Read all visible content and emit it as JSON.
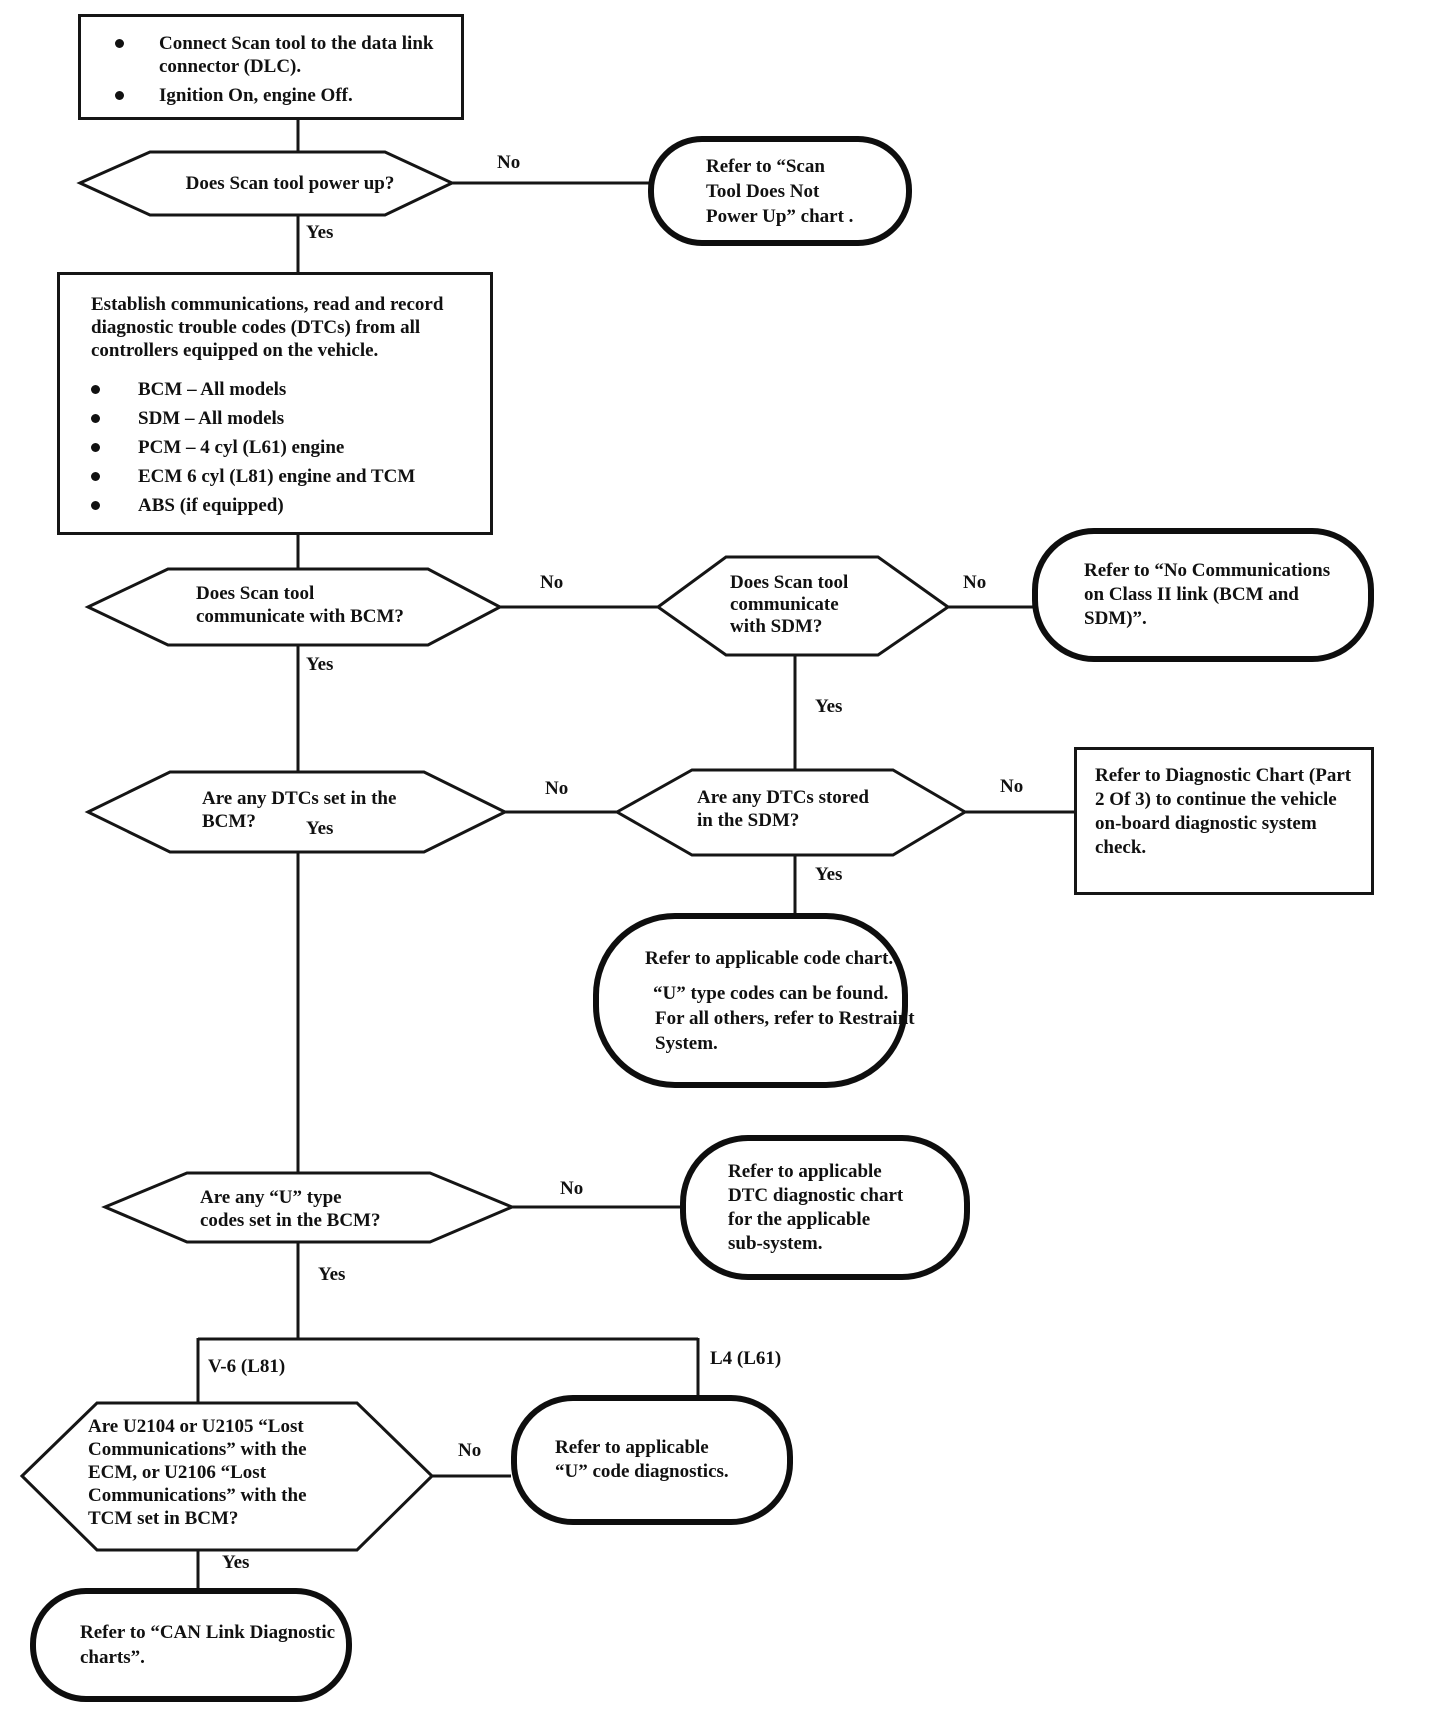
{
  "labels": {
    "yes": "Yes",
    "no": "No",
    "engine_v6": "V-6 (L81)",
    "engine_l4": "L4 (L61)"
  },
  "nodes": {
    "start": {
      "items": [
        "Connect Scan tool to the data link connector (DLC).",
        "Ignition On, engine Off."
      ]
    },
    "power_up": {
      "line1": "Does Scan tool power up?"
    },
    "scan_tool_no_power": {
      "line1": "Refer to “Scan",
      "line2": "Tool Does Not",
      "line3": "Power Up” chart ."
    },
    "establish": {
      "para": "Establish communications, read and record diagnostic trouble codes (DTCs) from all controllers equipped on the vehicle.",
      "items": [
        "BCM – All models",
        "SDM – All models",
        "PCM – 4 cyl (L61) engine",
        "ECM 6 cyl (L81) engine and TCM",
        "ABS (if equipped)"
      ]
    },
    "comm_bcm": {
      "line1": "Does Scan tool",
      "line2": "communicate with BCM?"
    },
    "comm_sdm": {
      "line1": "Does Scan tool",
      "line2": "communicate",
      "line3": "with SDM?"
    },
    "no_comm_class2": {
      "line1": "Refer to “No Communications",
      "line2": "on Class II link (BCM and",
      "line3": "SDM)”."
    },
    "dtcs_bcm": {
      "line1": "Are any DTCs set in the",
      "line2": "BCM?"
    },
    "dtcs_sdm": {
      "line1": "Are any DTCs stored",
      "line2": "in the SDM?"
    },
    "part2": {
      "text": "Refer to Diagnostic Chart (Part 2 Of 3) to continue the vehicle on-board diagnostic system check."
    },
    "code_chart": {
      "para1": "Refer to applicable code chart.",
      "line1": "“U” type codes can be found.",
      "line2": "For all others, refer to Restraint",
      "line3": "System."
    },
    "u_codes_bcm": {
      "line1": "Are any “U” type",
      "line2": "codes set in the BCM?"
    },
    "dtc_chart_subsystem": {
      "line1": "Refer to applicable",
      "line2": "DTC diagnostic chart",
      "line3": "for the applicable",
      "line4": "sub-system."
    },
    "u2104": {
      "line1": "Are U2104 or U2105 “Lost",
      "line2": "Communications” with the",
      "line3": "ECM, or U2106 “Lost",
      "line4": "Communications” with the",
      "line5": "TCM set in BCM?"
    },
    "u_code_diag": {
      "line1": "Refer to applicable",
      "line2": "“U” code diagnostics."
    },
    "can_link": {
      "line1": "Refer to “CAN Link Diagnostic",
      "line2": "charts”."
    }
  }
}
